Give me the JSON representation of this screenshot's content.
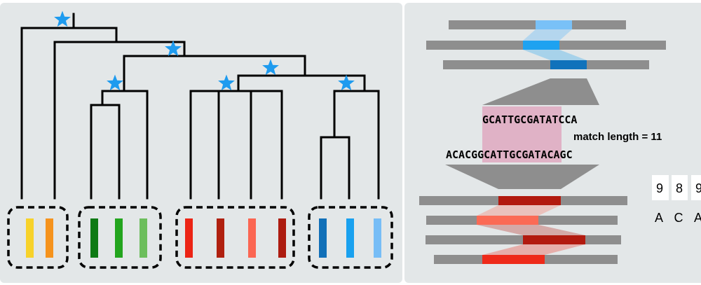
{
  "colors": {
    "panel": "#e3e7e8",
    "tree": "#000000",
    "star": "#1e9bef",
    "read": "#8e8e8e",
    "match_fill": "#e0b2c6",
    "clades": [
      [
        "#f7d22a",
        "#f5931d"
      ],
      [
        "#0e7a14",
        "#23a51e",
        "#6cbe5c"
      ],
      [
        "#ec2415",
        "#b0200f",
        "#fb6652",
        "#ad1c10"
      ],
      [
        "#1170b8",
        "#19a1ef",
        "#76bdf6"
      ]
    ],
    "top_reads": [
      "#79c1f7",
      "#1ea2f0",
      "#1072bb"
    ],
    "bottom_reads": [
      "#b21a0f",
      "#fb6a55",
      "#b21a0f",
      "#ee2a1a"
    ]
  },
  "alignment": {
    "top_seq_highlight": "GCATTGCGATA",
    "top_seq_rest": "TCCA",
    "bottom_seq_prefix": "ACACG",
    "bottom_seq_highlight": "GCATTGCGATA",
    "bottom_seq_rest": "CAGC",
    "match_label": "match length = 11"
  },
  "counts": {
    "numbers": [
      "9",
      "8",
      "9"
    ],
    "bases": [
      "A",
      "C",
      "A"
    ]
  }
}
